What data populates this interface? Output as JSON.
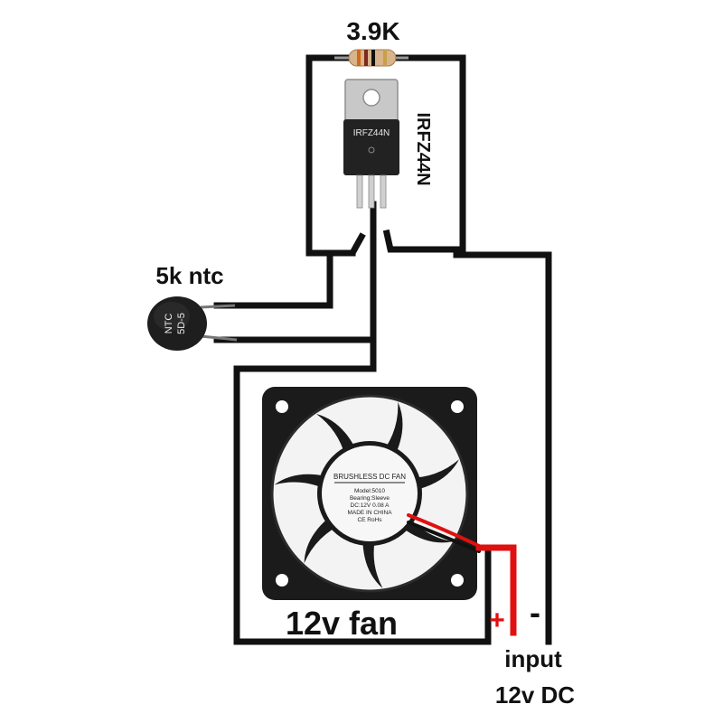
{
  "labels": {
    "resistor": "3.9K",
    "mosfet": "IRFZ44N",
    "ntc": "5k ntc",
    "fan": "12v fan",
    "input_line1": "input",
    "input_line2": "12v DC",
    "plus": "+",
    "minus": "-"
  },
  "mosfet_body": {
    "marking": "IRFZ44N"
  },
  "ntc_body": {
    "line1": "NTC",
    "line2": "5D-5"
  },
  "fan_sticker": {
    "title": "BRUSHLESS DC FAN",
    "model": "Model:5010",
    "bearing": "Bearing:Sleeve",
    "rating": "DC:12V  0.08 A",
    "origin": "MADE IN CHINA",
    "certs": "CE  RoHs"
  },
  "colors": {
    "wire": "#111111",
    "positive_wire": "#e01010",
    "plus_sign": "#e01010",
    "minus_sign": "#111111",
    "fan_body": "#1b1b1b",
    "mosfet_tab": "#c8c8c8",
    "mosfet_body": "#222222",
    "resistor_body": "#d9b48a",
    "ntc_body": "#1e1e1e"
  }
}
